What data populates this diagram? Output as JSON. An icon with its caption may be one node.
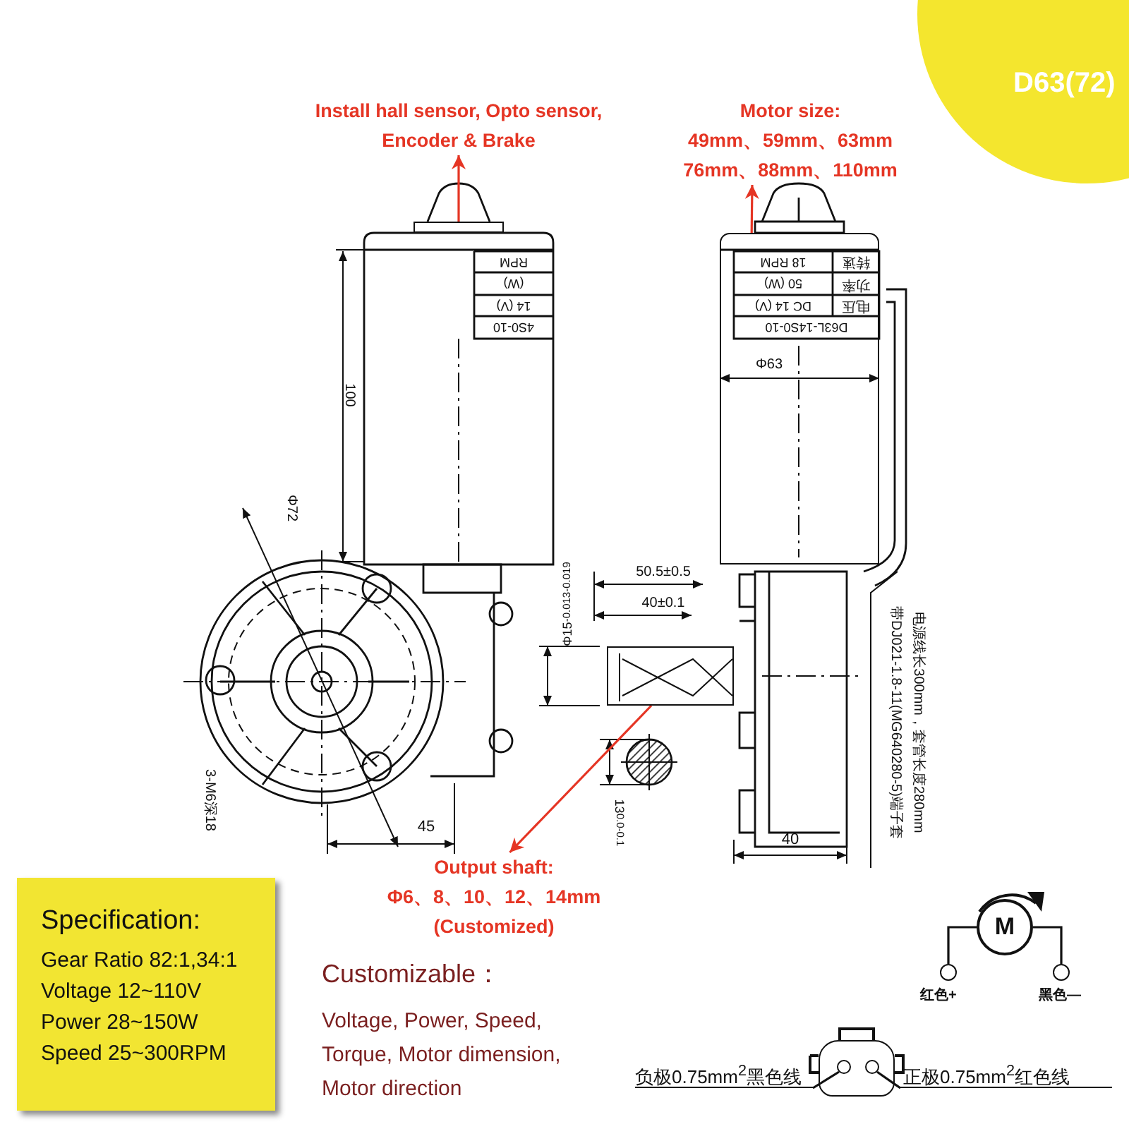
{
  "diagram": {
    "nodes": [
      {
        "text": [
          "D63(72)"
        ]
      },
      {
        "text": [
          "Install hall sensor, Opto sensor, Encoder & Brake"
        ]
      },
      {
        "text": [
          "Motor size:",
          "49mm、59mm、63mm 76mm、88mm、110mm"
        ]
      },
      {
        "text": [],
        "shape": "box"
      },
      {
        "text": [],
        "shape": "box"
      },
      {
        "text": [],
        "shape": "bar"
      },
      {
        "text": [
          "Output shaft:",
          "Φ6、8、10、12、14mm",
          "(Customized)"
        ]
      },
      {
        "text": [
          "Specification:",
          "Gear Ratio 82:1,34:1",
          "Voltage 12~110V",
          "Power 28~150W",
          "Speed 25~300RPM"
        ]
      },
      {
        "text": [
          "M"
        ]
      },
      {
        "text": [],
        "shape": "circle",
        "beside": [
          "红色+"
        ]
      },
      {
        "text": [],
        "shape": "circle",
        "beside": [
          "黑色—"
        ]
      },
      {
        "text": [
          "负极0.75mm$^{2}$黑色线"
        ]
      },
      {
        "text": [],
        "shape": "box"
      },
      {
        "text": [],
        "shape": "circle",
        "in": 12
      },
      {
        "text": [],
        "shape": "circle",
        "in": 12
      },
      {
        "text": [
          "正极0.75mm$^{2}$红色线"
        ]
      }
    ],
    "edges": [
      {
        "from": 3,
        "to": 1,
        "arrow": "to",
        "color": "#e53524"
      },
      {
        "from": 4,
        "to": 2,
        "arrow": "to",
        "color": "#e53524"
      },
      {
        "from": 5,
        "to": 6,
        "arrow": "to",
        "color": "#e53524"
      },
      {
        "from": 8,
        "to": 9,
        "arrow": "none"
      },
      {
        "from": 8,
        "to": 10,
        "arrow": "none"
      },
      {
        "from": 11,
        "to": 13,
        "arrow": "none"
      },
      {
        "from": 15,
        "to": 14,
        "arrow": "none"
      }
    ],
    "labels": [
      "RPM",
      "(W)",
      "14 (V)",
      "4S0-10",
      "18 RPM",
      "转速",
      "50 (W)",
      "功率",
      "DC 14 (V)",
      "电压",
      "D63L-14S0-10",
      "Φ63",
      "100",
      "Φ72",
      "50.5±0.5",
      "40±0.1",
      "Φ15$^{-0.013}$$_{-0.019}$",
      "13$^{0.0}$$_{-0.1}$",
      "3-M6深18",
      "45",
      "40",
      "电源线长300mm，套管长度280mm",
      "带DJ021-1.8-11(MG640280-5)端子套",
      "Customizable：",
      "Voltage, Power, Speed, Torque, Motor dimension, Motor direction"
    ]
  }
}
